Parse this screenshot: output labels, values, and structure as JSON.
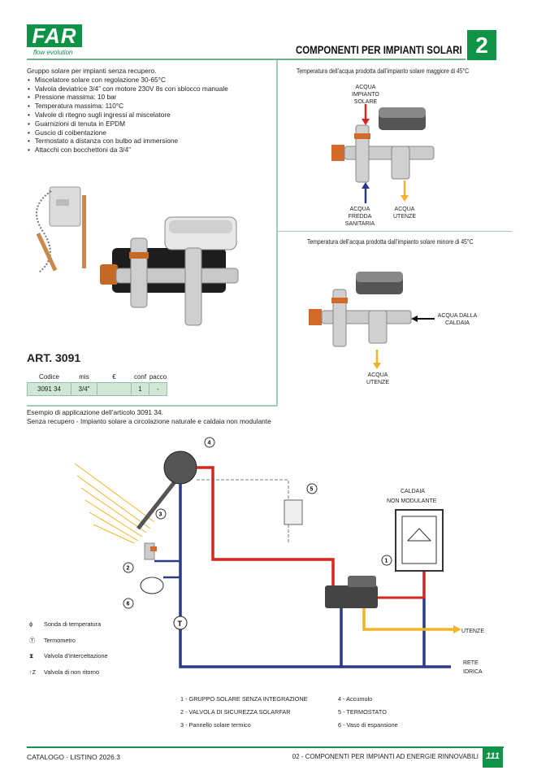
{
  "logo": {
    "brand": "FAR",
    "tagline": "flow evolution"
  },
  "header": {
    "title": "COMPONENTI PER IMPIANTI SOLARI",
    "chapter": "2"
  },
  "intro": {
    "heading": "Gruppo solare per impianti senza recupero.",
    "features": [
      "Miscelatore solare con regolazione 30-65°C",
      "Valvola deviatrice 3/4” con motore 230V 8s con sblocco manuale",
      "Pressione massima: 10 bar",
      "Temperatura massima: 110°C",
      "Valvole di ritegno sugli ingressi al miscelatore",
      "Guarnizioni di tenuta in EPDM",
      "Guscio di coibentazione",
      "Termostato a distanza con bulbo ad immersione",
      "Attacchi con bocchettoni da 3/4”"
    ]
  },
  "article": {
    "title": "ART. 3091",
    "columns": [
      "Codice",
      "mis",
      "€",
      "conf",
      "pacco"
    ],
    "rows": [
      [
        "3091 34",
        "3/4\"",
        "",
        "1",
        "-"
      ]
    ]
  },
  "example": {
    "line1": "Esempio di applicazione dell’articolo 3091 34.",
    "line2": "Senza recupero - Impianto solare a circolazione naturale e caldaia non modulante"
  },
  "scheme_high": {
    "caption": "Temperatura dell’acqua prodotta dall’impianto solare maggiore di 45°C",
    "in_top": "ACQUA IMPIANTO SOLARE",
    "in_bottom": "ACQUA FREDDA SANITARIA",
    "out": "ACQUA UTENZE"
  },
  "scheme_low": {
    "caption": "Temperatura dell’acqua prodotta dall’impianto solare minore di 45°C",
    "in_right": "ACQUA DALLA CALDAIA",
    "out": "ACQUA UTENZE"
  },
  "diagram": {
    "boiler": "CALDAIA NON MODULANTE",
    "utenze": "UTENZE",
    "rete": "RETE IDRICA",
    "markers": [
      "1",
      "2",
      "3",
      "4",
      "5",
      "6"
    ],
    "symbols": [
      {
        "icon": "temperature-probe",
        "label": "Sonda di temperatura"
      },
      {
        "icon": "thermometer",
        "label": "Termometro"
      },
      {
        "icon": "shutoff-valve",
        "label": "Valvola d’intercettazione"
      },
      {
        "icon": "check-valve",
        "label": "Valvola di non ritorno"
      }
    ],
    "key": [
      "1 - GRUPPO SOLARE SENZA INTEGRAZIONE",
      "2 - VALVOLA DI SICUREZZA SOLARFAR",
      "3 - Pannello solare termico",
      "4 - Accumulo",
      "5 - TERMOSTATO",
      "6 - Vaso di espansione"
    ],
    "colors": {
      "hot": "#d7261e",
      "cold": "#2b3a85",
      "user": "#f0b429"
    }
  },
  "footer": {
    "left": "CATALOGO · LISTINO 2026.3",
    "right": "02 - COMPONENTI PER IMPIANTI AD ENERGIE RINNOVABILI",
    "page": "111"
  }
}
